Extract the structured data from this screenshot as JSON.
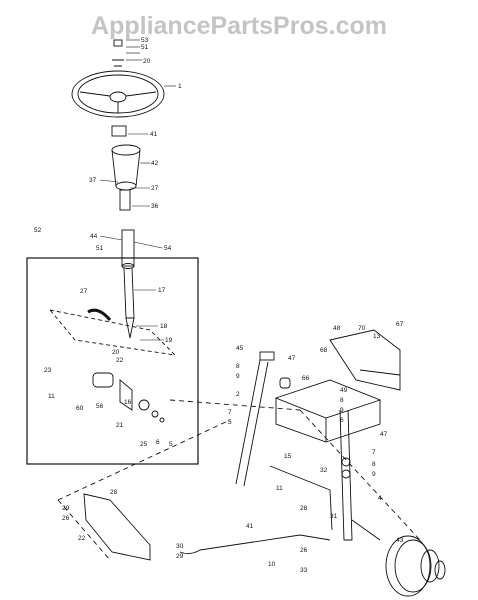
{
  "watermark": "AppliancePartsPros.com",
  "callouts": [
    {
      "id": "c53",
      "text": "53"
    },
    {
      "id": "c51a",
      "text": "51"
    },
    {
      "id": "c20a",
      "text": "20"
    },
    {
      "id": "c1",
      "text": "1"
    },
    {
      "id": "c41",
      "text": "41"
    },
    {
      "id": "c42",
      "text": "42"
    },
    {
      "id": "c37",
      "text": "37"
    },
    {
      "id": "c27",
      "text": "27"
    },
    {
      "id": "c36",
      "text": "36"
    },
    {
      "id": "c52",
      "text": "52"
    },
    {
      "id": "c44",
      "text": "44"
    },
    {
      "id": "c51b",
      "text": "51"
    },
    {
      "id": "c54",
      "text": "54"
    },
    {
      "id": "c17",
      "text": "17"
    },
    {
      "id": "c27b",
      "text": "27"
    },
    {
      "id": "c18",
      "text": "18"
    },
    {
      "id": "c19",
      "text": "19"
    },
    {
      "id": "c20b",
      "text": "20"
    },
    {
      "id": "c22",
      "text": "22"
    },
    {
      "id": "c23",
      "text": "23"
    },
    {
      "id": "c11a",
      "text": "11"
    },
    {
      "id": "c60",
      "text": "60"
    },
    {
      "id": "c56",
      "text": "56"
    },
    {
      "id": "c16",
      "text": "16"
    },
    {
      "id": "c21",
      "text": "21"
    },
    {
      "id": "c25",
      "text": "25"
    },
    {
      "id": "c6a",
      "text": "6"
    },
    {
      "id": "c5a",
      "text": "5"
    },
    {
      "id": "c45",
      "text": "45"
    },
    {
      "id": "c8a",
      "text": "8"
    },
    {
      "id": "c9a",
      "text": "9"
    },
    {
      "id": "c2",
      "text": "2"
    },
    {
      "id": "c7a",
      "text": "7"
    },
    {
      "id": "c5b",
      "text": "5"
    },
    {
      "id": "c47a",
      "text": "47"
    },
    {
      "id": "c15",
      "text": "15"
    },
    {
      "id": "c48",
      "text": "48"
    },
    {
      "id": "c70",
      "text": "70"
    },
    {
      "id": "c67",
      "text": "67"
    },
    {
      "id": "c13",
      "text": "13"
    },
    {
      "id": "c68",
      "text": "68"
    },
    {
      "id": "c66",
      "text": "66"
    },
    {
      "id": "c49",
      "text": "49"
    },
    {
      "id": "c8b",
      "text": "8"
    },
    {
      "id": "c9b",
      "text": "9"
    },
    {
      "id": "c6b",
      "text": "6"
    },
    {
      "id": "c47b",
      "text": "47"
    },
    {
      "id": "c7b",
      "text": "7"
    },
    {
      "id": "c8c",
      "text": "8"
    },
    {
      "id": "c9c",
      "text": "9"
    },
    {
      "id": "c32",
      "text": "32"
    },
    {
      "id": "c4",
      "text": "4"
    },
    {
      "id": "c11b",
      "text": "11"
    },
    {
      "id": "c28a",
      "text": "28"
    },
    {
      "id": "c43",
      "text": "43"
    },
    {
      "id": "c26a",
      "text": "26"
    },
    {
      "id": "c29a",
      "text": "29"
    },
    {
      "id": "c33",
      "text": "33"
    },
    {
      "id": "c41b",
      "text": "41"
    },
    {
      "id": "c10",
      "text": "10"
    },
    {
      "id": "c26b",
      "text": "26"
    },
    {
      "id": "c30",
      "text": "30"
    },
    {
      "id": "c29b",
      "text": "29"
    },
    {
      "id": "c28b",
      "text": "28"
    },
    {
      "id": "c22b",
      "text": "22"
    },
    {
      "id": "c31",
      "text": "31"
    }
  ]
}
